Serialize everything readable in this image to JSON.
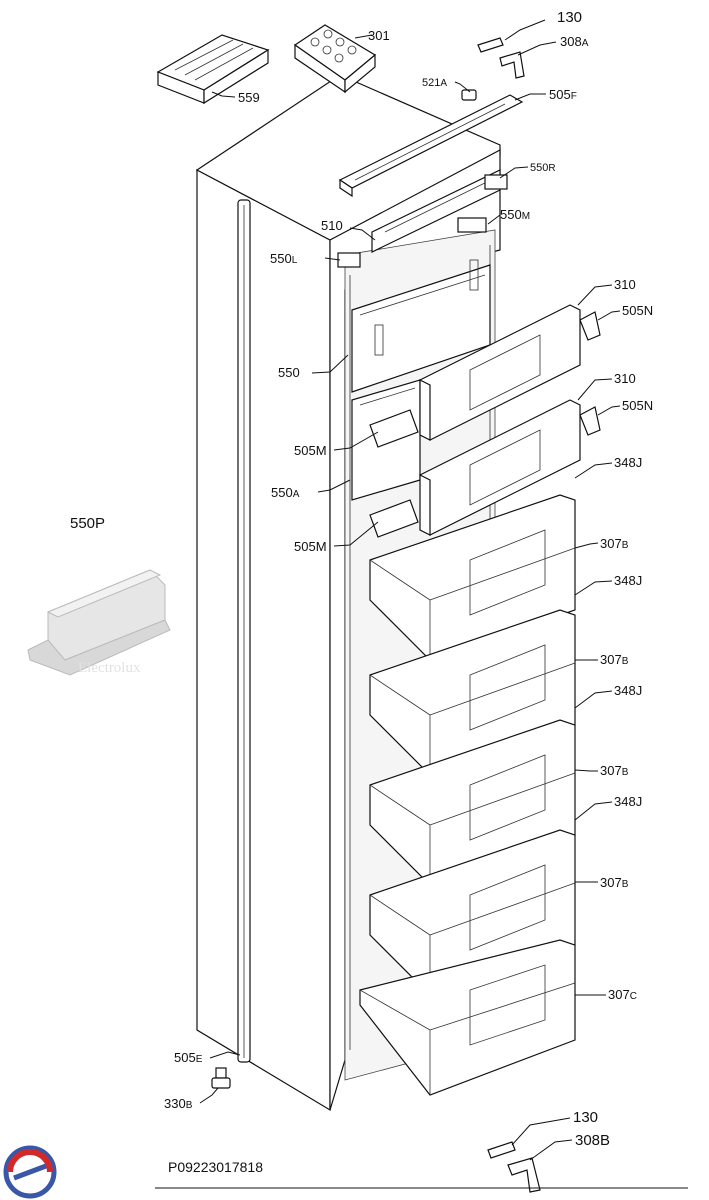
{
  "diagram": {
    "labels": {
      "l130_top": "130",
      "l308a": "308",
      "l308a_sub": "A",
      "l301": "301",
      "l559": "559",
      "l521a": "521",
      "l521a_sub": "A",
      "l505f": "505",
      "l505f_sub": "F",
      "l550r": "550",
      "l550r_sub": "R",
      "l550m": "550",
      "l550m_sub": "M",
      "l510": "510",
      "l550l": "550",
      "l550l_sub": "L",
      "l310_1": "310",
      "l505n_1": "505N",
      "l550": "550",
      "l310_2": "310",
      "l505n_2": "505N",
      "l505m_1": "505M",
      "l348j_1": "348J",
      "l550a": "550",
      "l550a_sub": "A",
      "l505m_2": "505M",
      "l307b_1": "307",
      "l307b_1_sub": "B",
      "l348j_2": "348J",
      "l307b_2": "307",
      "l307b_2_sub": "B",
      "l348j_3": "348J",
      "l307b_3": "307",
      "l307b_3_sub": "B",
      "l348j_4": "348J",
      "l307b_4": "307",
      "l307b_4_sub": "B",
      "l307c": "307",
      "l307c_sub": "C",
      "l505e": "505",
      "l505e_sub": "E",
      "l330b": "330",
      "l330b_sub": "B",
      "l130_bot": "130",
      "l308b": "308B",
      "l550p": "550P",
      "part_number": "P09223017818",
      "watermark": "Electrolux"
    }
  }
}
